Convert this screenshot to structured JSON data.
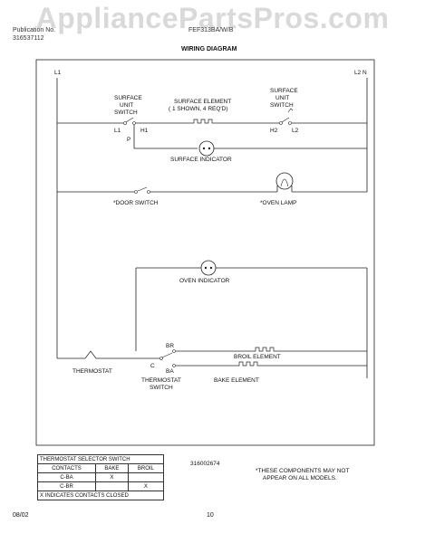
{
  "watermark": "AppliancePartsPros.com",
  "header": {
    "pub_label": "Publication No.",
    "pub_number": "316537112",
    "model": "FEF313BA/W/B",
    "title": "WIRING DIAGRAM"
  },
  "labels": {
    "l1": "L1",
    "l2n": "L2 N",
    "surface_switch_left": [
      "SURFACE",
      "UNIT",
      "SWITCH"
    ],
    "surface_switch_right": [
      "SURFACE",
      "UNIT",
      "SWITCH"
    ],
    "surface_element": "SURFACE ELEMENT",
    "surface_element_note": "( 1 SHOWN, 4 REQ'D)",
    "term_l1": "L1",
    "term_h1": "H1",
    "term_p": "P",
    "term_h2": "H2",
    "term_l2": "L2",
    "surface_indicator": "SURFACE INDICATOR",
    "door_switch": "*DOOR SWITCH",
    "oven_lamp": "*OVEN LAMP",
    "oven_indicator": "OVEN INDICATOR",
    "thermostat": "THERMOSTAT",
    "thermostat_switch": [
      "THERMOSTAT",
      "SWITCH"
    ],
    "term_br": "BR",
    "term_c": "C",
    "term_ba": "BA",
    "broil_element": "BROIL ELEMENT",
    "bake_element": "BAKE ELEMENT"
  },
  "selector_table": {
    "title": "THERMOSTAT SELECTOR SWITCH",
    "headers": [
      "CONTACTS",
      "BAKE",
      "BROIL"
    ],
    "rows": [
      [
        "C-BA",
        "X",
        ""
      ],
      [
        "C-BR",
        "",
        "X"
      ]
    ],
    "footnote": "X INDICATES CONTACTS CLOSED"
  },
  "part_number": "316002674",
  "note": [
    "*THESE COMPONENTS MAY NOT",
    "APPEAR ON ALL MODELS."
  ],
  "footer": {
    "date": "08/02",
    "page": "10"
  }
}
